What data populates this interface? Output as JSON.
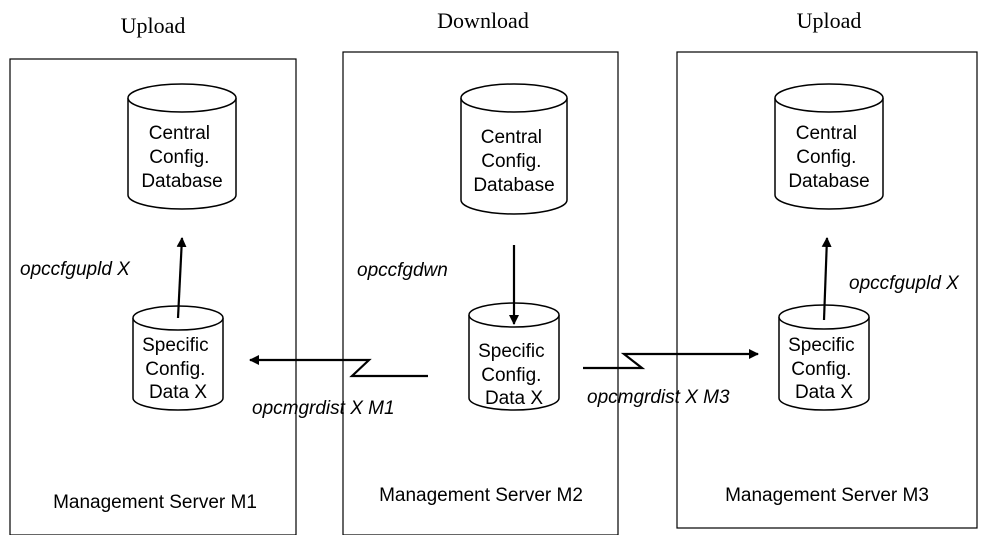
{
  "sections": [
    {
      "heading": "Upload",
      "server_label": "Management Server M1"
    },
    {
      "heading": "Download",
      "server_label": "Management Server M2"
    },
    {
      "heading": "Upload",
      "server_label": "Management Server M3"
    }
  ],
  "central_db": {
    "line1": "Central",
    "line2": "Config.",
    "line3": "Database"
  },
  "specific_data": {
    "line1": "Specific",
    "line2": "Config.",
    "line3": "Data X"
  },
  "commands": {
    "m1_upload": "opccfgupld X",
    "m2_download": "opccfgdwn",
    "m3_upload": "opccfgupld X",
    "dist_m1": "opcmgrdist X M1",
    "dist_m3": "opcmgrdist X M3"
  }
}
